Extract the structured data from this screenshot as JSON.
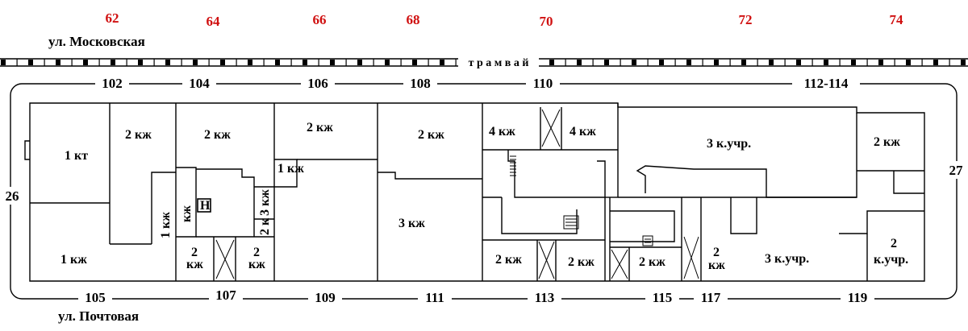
{
  "top_numbers": [
    "62",
    "64",
    "66",
    "68",
    "70",
    "72",
    "74"
  ],
  "streets": {
    "north": "ул. Московская",
    "south": "ул. Почтовая",
    "tram": "т р а м в а й"
  },
  "north_numbers": [
    "102",
    "104",
    "106",
    "108",
    "110",
    "112-114"
  ],
  "south_numbers": [
    "105",
    "107",
    "109",
    "111",
    "113",
    "115",
    "117",
    "119"
  ],
  "side_numbers": {
    "west": "26",
    "east": "27"
  },
  "rooms": {
    "r1": "1 кт",
    "r2": "1 кж",
    "r3": "2 кж",
    "r4": "2 кж",
    "r5": "1 кж",
    "r6": "кж",
    "r7": "Н",
    "r8": "3 кж",
    "r9": "2 к",
    "r10": "2 кж",
    "r11": "1 кж",
    "r12a": "2",
    "r12b": "кж",
    "r13a": "2",
    "r13b": "кж",
    "r14": "2 кж",
    "r15": "3 кж",
    "r16": "4 кж",
    "r17": "4 кж",
    "r18": "3 к.учр.",
    "r19": "2 кж",
    "r20": "2 кж",
    "r21": "2 кж",
    "r22": "2 кж",
    "r23a": "2",
    "r23b": "кж",
    "r24": "3 к.учр.",
    "r25a": "2",
    "r25b": "к.учр."
  }
}
